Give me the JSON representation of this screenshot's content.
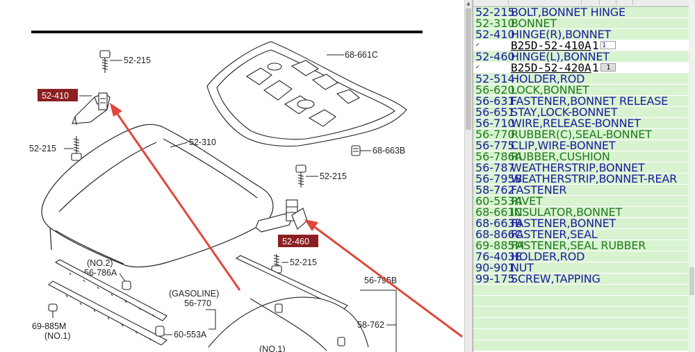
{
  "diagram": {
    "callouts": {
      "bolt_top_left": "52-215",
      "hinge_right_box": "52-410",
      "bolt_mid_left": "52-215",
      "bonnet": "52-310",
      "insulator": "68-661C",
      "fastener_bonnet": "68-663B",
      "bolt_right_top": "52-215",
      "hinge_left_box": "52-460",
      "bolt_right_bottom": "52-215",
      "cushion_no2": "(NO.2)",
      "cushion": "56-786A",
      "gasoline": "(GASOLINE)",
      "seal_bonnet": "56-770",
      "fastener_seal_rubber": "69-885M",
      "no1": "(NO.1)",
      "rivet": "60-553A",
      "weatherstrip_rear": "56-795B",
      "fastener_58": "58-762",
      "no1_bottom": "(NO.1)"
    }
  },
  "parts": {
    "header_cells": [
      "",
      "",
      "",
      "",
      "",
      ""
    ],
    "rows": [
      {
        "type": "item",
        "code": "52-215",
        "name": "BOLT,BONNET HINGE",
        "color": "blue"
      },
      {
        "type": "item",
        "code": "52-310",
        "name": "BONNET",
        "color": "green"
      },
      {
        "type": "item",
        "code": "52-410",
        "name": "HINGE(R),BONNET",
        "color": "blue"
      },
      {
        "type": "sub",
        "check": "✓",
        "part_number": "B25D-52-410A",
        "qty": "1",
        "qty_input": "1",
        "qty_style": "input"
      },
      {
        "type": "item",
        "code": "52-460",
        "name": "HINGE(L),BONNET",
        "color": "blue"
      },
      {
        "type": "sub",
        "check": "✓",
        "part_number": "B25D-52-420A",
        "qty": "1",
        "qty_input": "1",
        "qty_style": "grey"
      },
      {
        "type": "item",
        "code": "52-514",
        "name": "HOLDER,ROD",
        "color": "blue"
      },
      {
        "type": "item",
        "code": "56-620",
        "name": "LOCK,BONNET",
        "color": "green"
      },
      {
        "type": "item",
        "code": "56-631",
        "name": "FASTENER,BONNET RELEASE",
        "color": "blue"
      },
      {
        "type": "item",
        "code": "56-651",
        "name": "STAY,LOCK-BONNET",
        "color": "blue"
      },
      {
        "type": "item",
        "code": "56-710",
        "name": "WIRE,RELEASE-BONNET",
        "color": "blue"
      },
      {
        "type": "item",
        "code": "56-770",
        "name": "RUBBER(C),SEAL-BONNET",
        "color": "green"
      },
      {
        "type": "item",
        "code": "56-775",
        "name": "CLIP,WIRE-BONNET",
        "color": "blue"
      },
      {
        "type": "item",
        "code": "56-786A",
        "name": "RUBBER,CUSHION",
        "color": "green"
      },
      {
        "type": "item",
        "code": "56-787",
        "name": "WEATHERSTRIP,BONNET",
        "color": "blue"
      },
      {
        "type": "item",
        "code": "56-795B",
        "name": "WEATHERSTRIP,BONNET-REAR",
        "color": "blue"
      },
      {
        "type": "item",
        "code": "58-762",
        "name": "FASTENER",
        "color": "blue"
      },
      {
        "type": "item",
        "code": "60-553A",
        "name": "RIVET",
        "color": "green"
      },
      {
        "type": "item",
        "code": "68-661C",
        "name": "INSULATOR,BONNET",
        "color": "green"
      },
      {
        "type": "item",
        "code": "68-663B",
        "name": "FASTENER,BONNET",
        "color": "blue"
      },
      {
        "type": "item",
        "code": "68-866C",
        "name": "FASTENER,SEAL",
        "color": "blue"
      },
      {
        "type": "item",
        "code": "69-885M",
        "name": "FASTENER,SEAL RUBBER",
        "color": "green"
      },
      {
        "type": "item",
        "code": "76-403E",
        "name": "HOLDER,ROD",
        "color": "blue"
      },
      {
        "type": "item",
        "code": "90-901",
        "name": "NUT",
        "color": "blue"
      },
      {
        "type": "item",
        "code": "99-175",
        "name": "SCREW,TAPPING",
        "color": "blue"
      }
    ]
  },
  "colors": {
    "row_bg": "#d8f3d0",
    "code_blue": "#1a1aa0",
    "code_green": "#1f7a1f",
    "highlight_box": "#8b1f22",
    "arrow_red": "#e0463c"
  }
}
